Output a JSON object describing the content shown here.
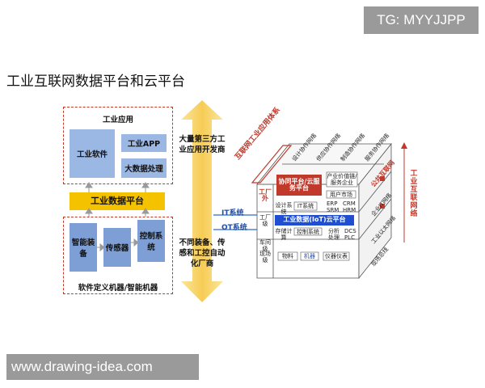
{
  "corner_tag": "TG: MYYJJPP",
  "watermark": "www.drawing-idea.com",
  "page_title": "工业互联网数据平台和云平台",
  "left": {
    "app_label": "工业应用",
    "software": "工业软件",
    "app": "工业APP",
    "bigdata": "大数据处理",
    "platform": "工业数据平台",
    "equip": "智能装备",
    "sensor": "传感器",
    "control": "控制系统",
    "bottom_label": "软件定义机器/智能机器"
  },
  "arrow": {
    "top": "大量第三方工业应用开发商",
    "bottom": "不同装备、传感和工控自动化厂商"
  },
  "cube": {
    "header": "互联网工业应用体系",
    "top_cols": [
      "设计协作网络",
      "供应协作网络",
      "制造协作网络",
      "服务协作网络"
    ],
    "red_box": "协同平台/云服务平台",
    "industry_box": "产业价值链/服务企业",
    "user_market": "用户市场",
    "it_label": "IT系统",
    "ot_label": "OT系统",
    "gongchangwai": "工厂外",
    "rows": {
      "factory_level": "工厂级",
      "design_sys": "设计系统",
      "it_box": "IT系统",
      "erp": "ERP",
      "crm": "CRM",
      "srm": "SRM",
      "hrm": "HRM",
      "iot_platform": "工业数据(IoT)云平台",
      "workshop": "车间级",
      "storage": "存储计算",
      "control_sys": "控制系统",
      "analysis": "分析处理",
      "dcs": "DCS",
      "plc": "PLC",
      "field": "现场级",
      "material": "物料",
      "machine": "机器",
      "instrument": "仪器仪表"
    },
    "right_side": {
      "public_internet": "公共互联网",
      "enterprise_it": "企业IT网络",
      "industrial_eth": "工业以太网络",
      "fieldbus": "现场总线"
    },
    "right_title": "工业互联网络"
  },
  "colors": {
    "accent_red": "#c0392b",
    "blue_block": "#9bb7e3",
    "yellow": "#f5c200",
    "iot_blue": "#1f4fd0"
  }
}
